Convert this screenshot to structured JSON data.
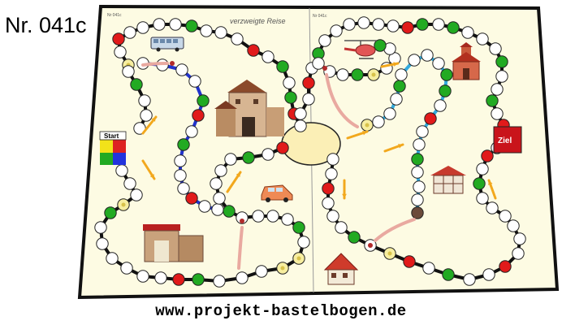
{
  "title": "Nr. 041c",
  "footer_url": "www.projekt-bastelbogen.de",
  "board": {
    "left_corner_label": "Nr 041c",
    "right_corner_label": "Nr 041c",
    "subtitle": "verzweigte Reise",
    "start_label": "Start",
    "goal_label": "Ziel",
    "colors": {
      "board": "#fdfbe3",
      "border": "#111111",
      "space_white": "#ffffff",
      "space_red": "#e11a1a",
      "space_green": "#22aa22",
      "space_yellow": "#f7eea0",
      "space_brown": "#6b4a3a",
      "hub": "#fbefb6",
      "arrow": "#f2a81d",
      "pink_arrow": "#e9a9a0",
      "blue_path": "#2233cc",
      "cyan_path": "#33aadd",
      "start_red": "#dd2222",
      "start_green": "#22aa22",
      "start_blue": "#2233dd",
      "start_yellow": "#f2e21a"
    },
    "icons": [
      "bus-icon",
      "helicopter-icon",
      "car-icon",
      "house-icon",
      "castle-gate-icon",
      "church-icon",
      "timber-house-icon"
    ]
  }
}
